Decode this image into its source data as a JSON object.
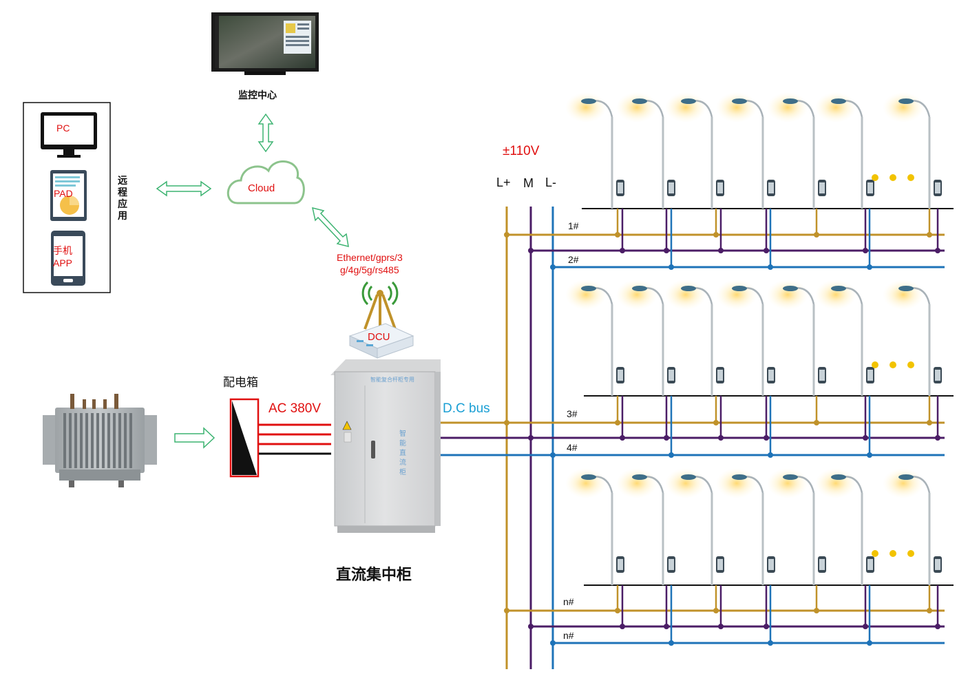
{
  "monitor": {
    "label": "监控中心"
  },
  "remote": {
    "label": "远程应用",
    "devices": [
      {
        "name": "PC",
        "icon": "pc-monitor-icon"
      },
      {
        "name": "PAD",
        "icon": "tablet-icon"
      },
      {
        "name": "手机 APP",
        "icon": "phone-icon"
      }
    ]
  },
  "cloud": {
    "label": "Cloud"
  },
  "network": {
    "line1": "Ethernet/gprs/3",
    "line2": "g/4g/5g/rs485"
  },
  "dcu": {
    "label": "DCU"
  },
  "cabinet": {
    "label": "直流集中柜",
    "door_text": "智能直流柜",
    "header_text": "智能复合杆柜专用"
  },
  "distribution_box": {
    "label": "配电箱"
  },
  "ac": {
    "label": "AC 380V"
  },
  "dc": {
    "bus_label": "D.C bus",
    "voltage": "±110V",
    "lplus": "L+",
    "m": "M",
    "lminus": "L-"
  },
  "branches": [
    "1#",
    "2#",
    "3#",
    "4#",
    "n#",
    "n#"
  ],
  "colors": {
    "lplus": "#c0922a",
    "m": "#4b1d66",
    "lminus": "#1e73b8",
    "arrow": "#3cb371",
    "cloud": "#7fbf7f",
    "ac_red": "#e01010",
    "dots": "#f2c300"
  }
}
